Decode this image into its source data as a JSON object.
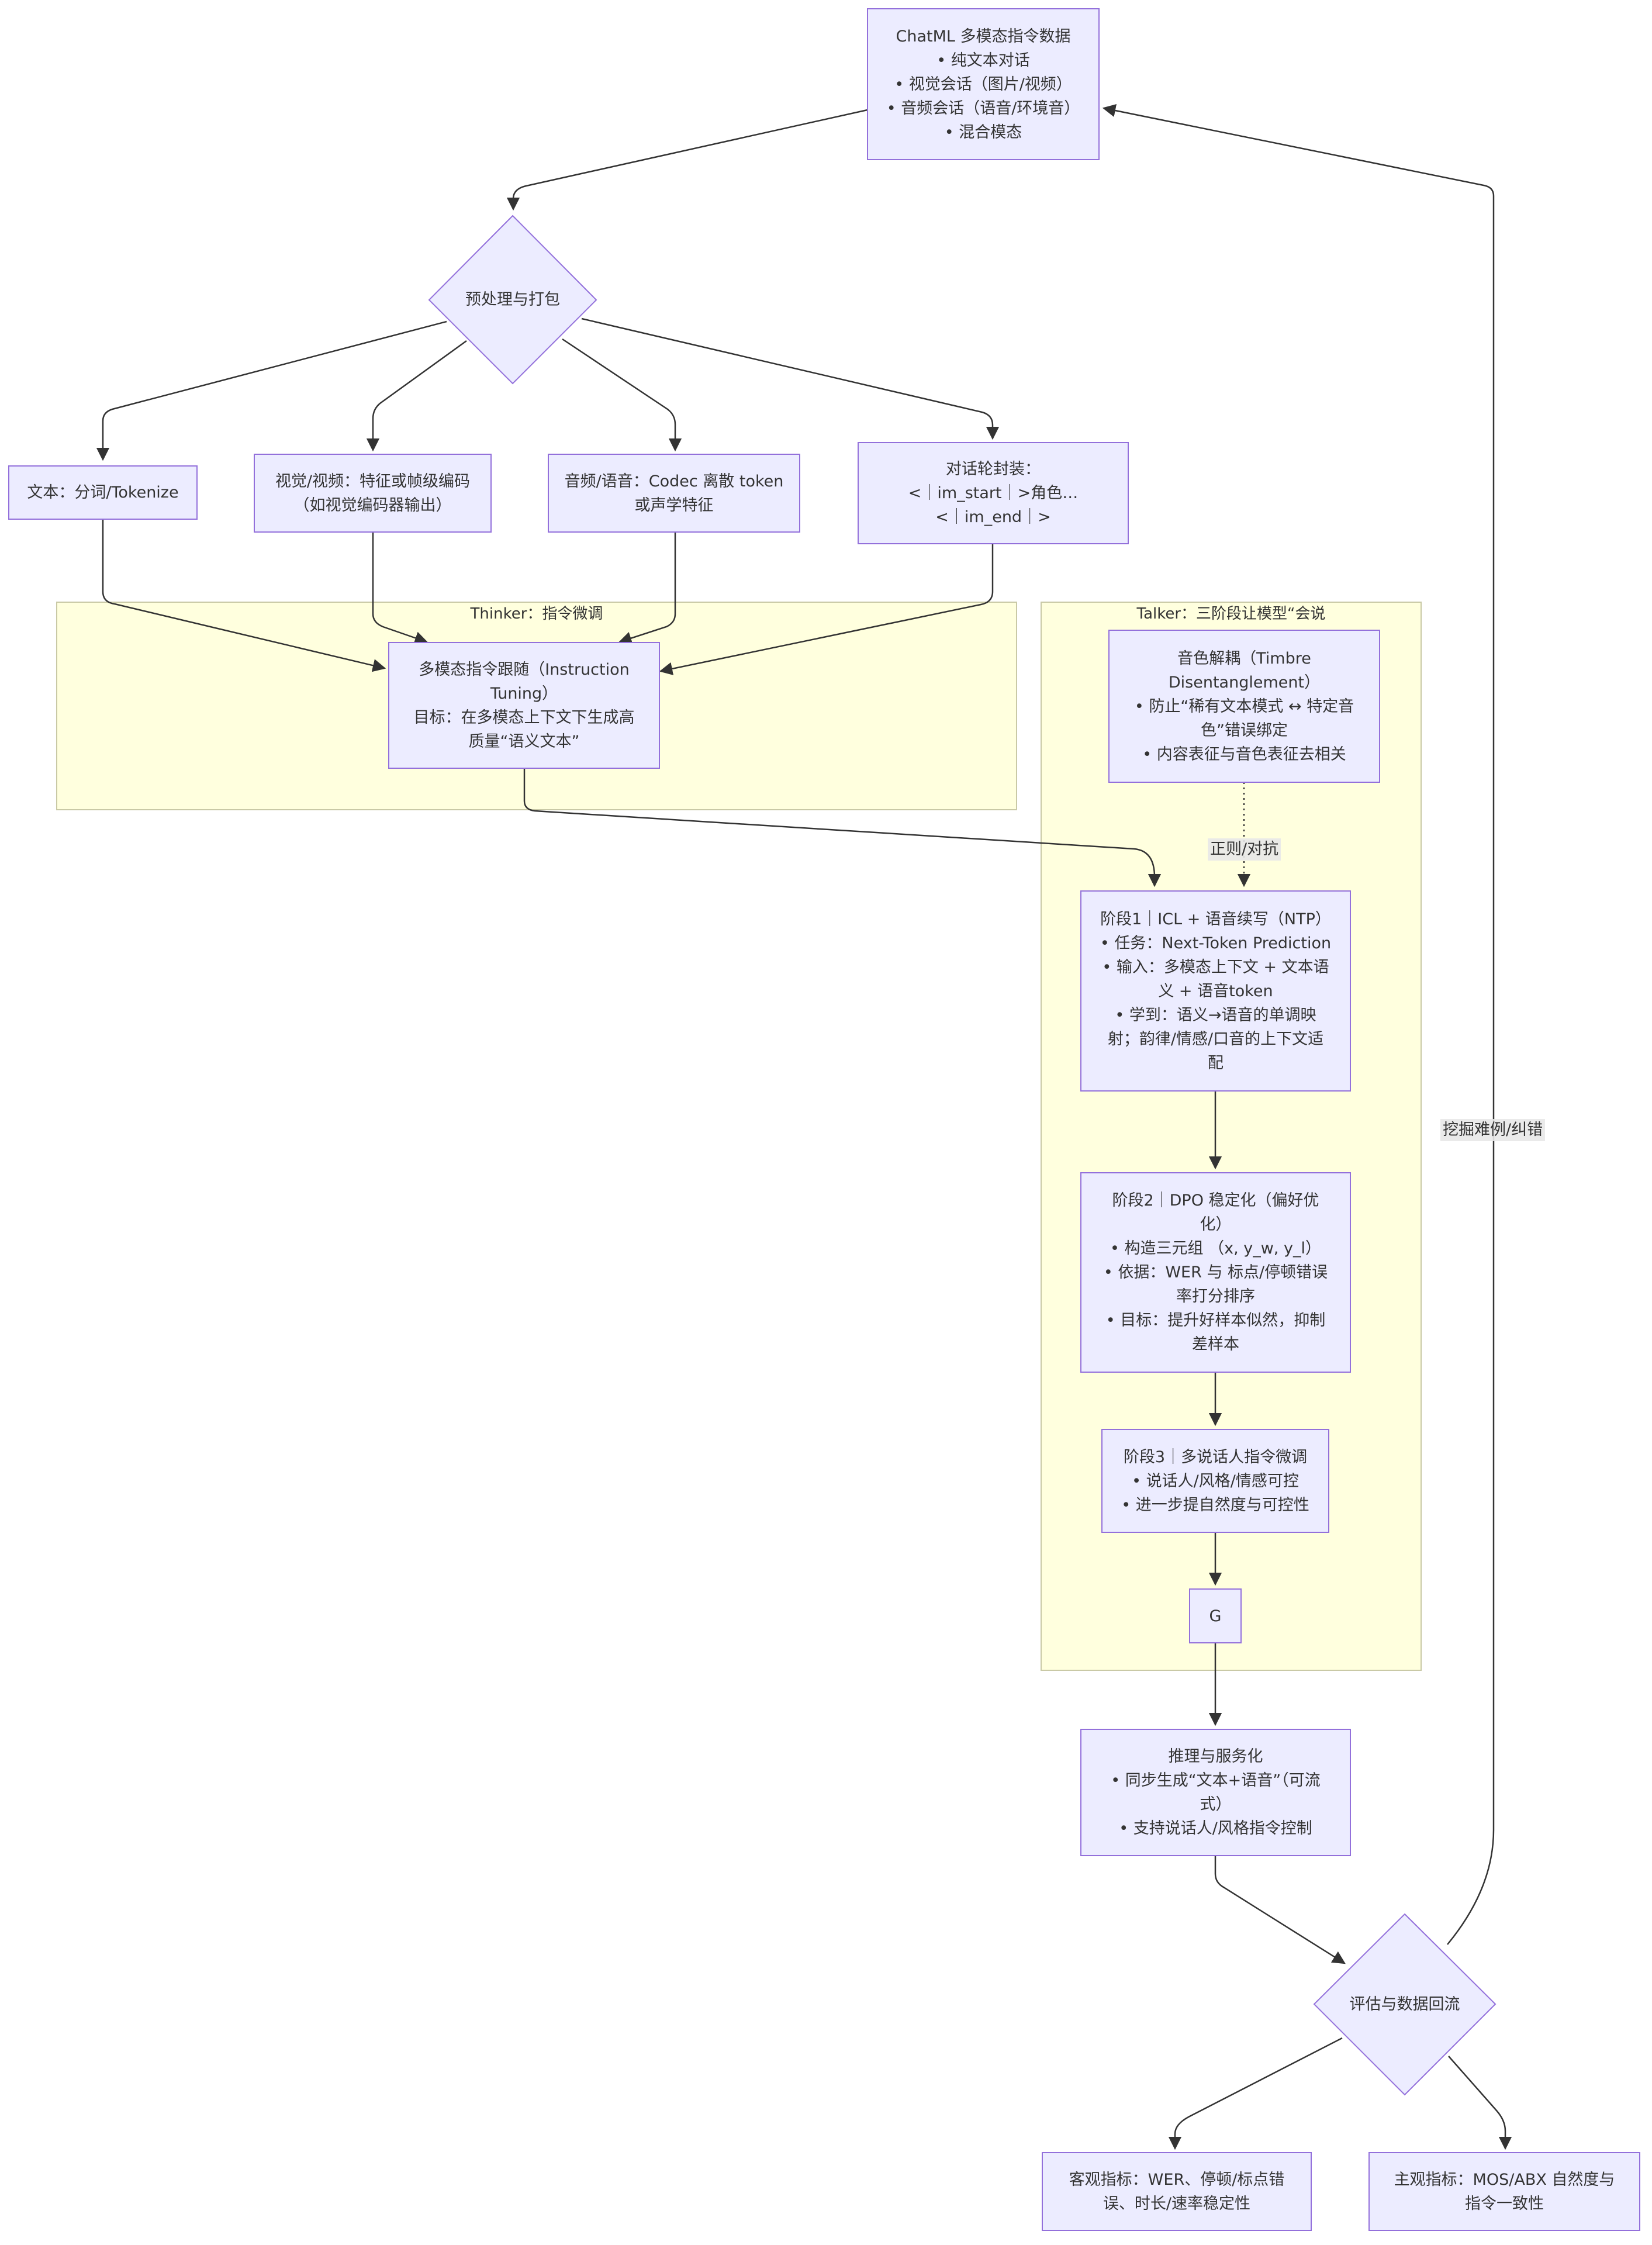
{
  "nodes": {
    "chatml": {
      "lines": [
        "ChatML 多模态指令数据",
        "• 纯文本对话",
        "• 视觉会话（图片/视频）",
        "• 音频会话（语音/环境音）",
        "• 混合模态"
      ]
    },
    "preprocess": {
      "label": "预处理与打包"
    },
    "text": {
      "label": "文本：分词/Tokenize"
    },
    "vision": {
      "lines": [
        "视觉/视频：特征或帧级编码",
        "（如视觉编码器输出）"
      ]
    },
    "audio": {
      "lines": [
        "音频/语音：Codec 离散 token",
        "或声学特征"
      ]
    },
    "dialog": {
      "lines": [
        "对话轮封装：",
        "<｜im_start｜>角色…",
        "<｜im_end｜>"
      ]
    },
    "instruct": {
      "lines": [
        "多模态指令跟随（Instruction",
        "Tuning）",
        "目标：在多模态上下文下生成高",
        "质量“语义文本”"
      ]
    },
    "timbre": {
      "lines": [
        "音色解耦（Timbre",
        "Disentanglement）",
        "• 防止“稀有文本模式 ↔ 特定音",
        "色”错误绑定",
        "• 内容表征与音色表征去相关"
      ]
    },
    "stage1": {
      "lines": [
        "阶段1｜ICL + 语音续写（NTP）",
        "• 任务：Next-Token Prediction",
        "• 输入：多模态上下文 + 文本语",
        "义 + 语音token",
        "• 学到：语义→语音的单调映",
        "射；韵律/情感/口音的上下文适",
        "配"
      ]
    },
    "stage2": {
      "lines": [
        "阶段2｜DPO 稳定化（偏好优",
        "化）",
        "• 构造三元组 （x, y_w, y_l）",
        "• 依据：WER 与 标点/停顿错误",
        "率打分排序",
        "• 目标：提升好样本似然，抑制",
        "差样本"
      ]
    },
    "stage3": {
      "lines": [
        "阶段3｜多说话人指令微调",
        "• 说话人/风格/情感可控",
        "• 进一步提自然度与可控性"
      ]
    },
    "g": {
      "label": "G"
    },
    "serve": {
      "lines": [
        "推理与服务化",
        "• 同步生成“文本+语音”（可流",
        "式）",
        "• 支持说话人/风格指令控制"
      ]
    },
    "evaluate": {
      "label": "评估与数据回流"
    },
    "objective": {
      "lines": [
        "客观指标：WER、停顿/标点错",
        "误、时长/速率稳定性"
      ]
    },
    "subjective": {
      "lines": [
        "主观指标：MOS/ABX 自然度与",
        "指令一致性"
      ]
    }
  },
  "clusters": {
    "thinker": {
      "title": "Thinker：指令微调"
    },
    "talker": {
      "title": "Talker：三阶段让模型“会说"
    }
  },
  "edge_labels": {
    "regularize": "正则/对抗",
    "mining": "挖掘难例/纠错"
  },
  "colors": {
    "node_fill": "#ececff",
    "node_stroke": "#9370db",
    "cluster_fill": "#ffffde",
    "cluster_stroke": "#c9c9a6",
    "edge": "#333333"
  }
}
